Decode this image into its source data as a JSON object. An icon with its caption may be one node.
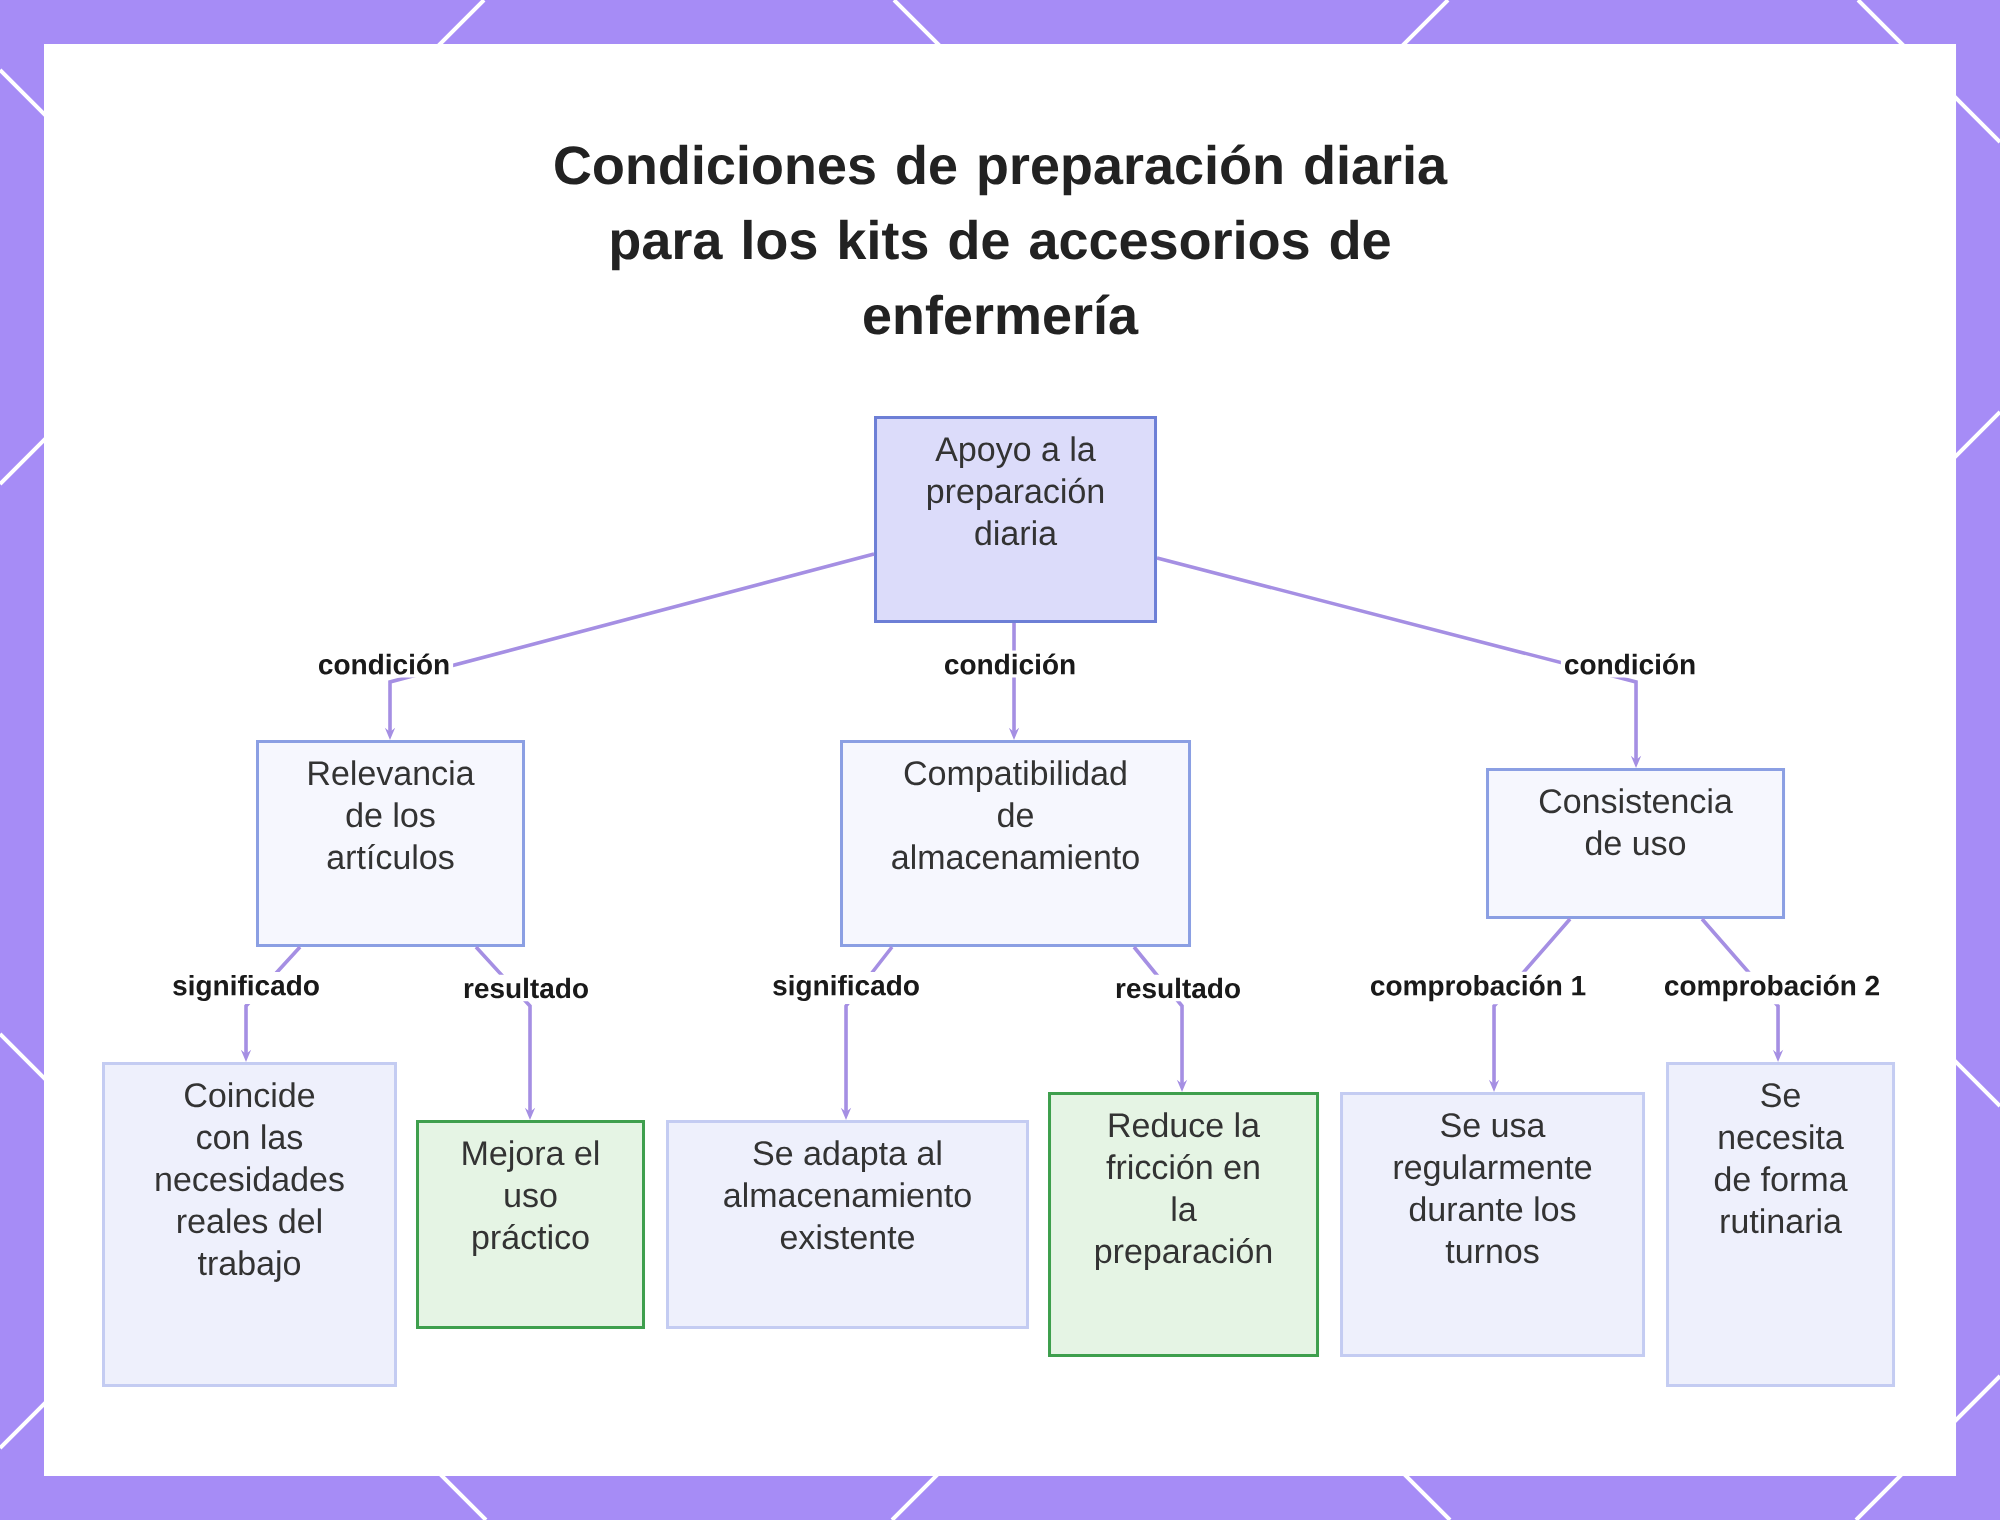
{
  "diagram": {
    "title": "Condiciones de preparación diaria para los kits de accesorios de enfermería",
    "nodes": [
      {
        "text": [
          "Apoyo a la preparación diaria"
        ]
      },
      {
        "text": [
          "Relevancia de los artículos"
        ]
      },
      {
        "text": [
          "Compatibilidad de almacenamiento"
        ]
      },
      {
        "text": [
          "Consistencia de uso"
        ]
      },
      {
        "text": [
          "Coincide con las necesidades reales del trabajo"
        ]
      },
      {
        "text": [
          "Mejora el uso práctico"
        ]
      },
      {
        "text": [
          "Se adapta al almacenamiento existente"
        ]
      },
      {
        "text": [
          "Reduce la fricción en la preparación"
        ]
      },
      {
        "text": [
          "Se usa regularmente durante los turnos"
        ]
      },
      {
        "text": [
          "Se necesita de forma rutinaria"
        ]
      }
    ],
    "edges": [
      {
        "from": 0,
        "to": 1,
        "arrow": "to",
        "label": "condición"
      },
      {
        "from": 0,
        "to": 2,
        "arrow": "to",
        "label": "condición"
      },
      {
        "from": 0,
        "to": 3,
        "arrow": "to",
        "label": "condición"
      },
      {
        "from": 1,
        "to": 4,
        "arrow": "to",
        "label": "significado"
      },
      {
        "from": 1,
        "to": 5,
        "arrow": "to",
        "label": "resultado"
      },
      {
        "from": 2,
        "to": 6,
        "arrow": "to",
        "label": "significado"
      },
      {
        "from": 2,
        "to": 7,
        "arrow": "to",
        "label": "resultado"
      },
      {
        "from": 3,
        "to": 8,
        "arrow": "to",
        "label": "comprobación 1"
      },
      {
        "from": 3,
        "to": 9,
        "arrow": "to",
        "label": "comprobación 2"
      }
    ]
  }
}
